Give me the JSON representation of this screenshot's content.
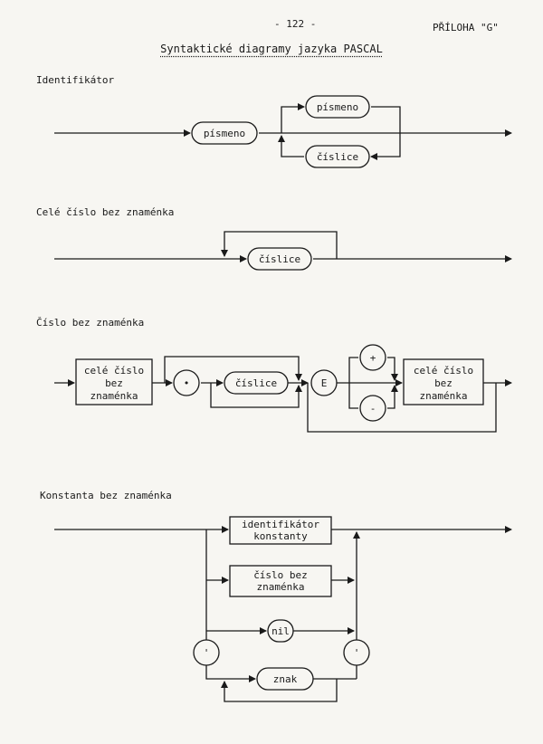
{
  "header": {
    "page_number": "- 122 -",
    "appendix": "PŘÍLOHA \"G\"",
    "title": "Syntaktické diagramy jazyka PASCAL"
  },
  "diagrams": {
    "identifikator": {
      "heading": "Identifikátor",
      "nodes": {
        "pismeno_main": "písmeno",
        "pismeno_loop": "písmeno",
        "cislice": "číslice"
      }
    },
    "cele_cislo": {
      "heading": "Celé číslo bez znaménka",
      "nodes": {
        "cislice": "číslice"
      }
    },
    "cislo": {
      "heading": "Číslo bez znaménka",
      "nodes": {
        "cele1": [
          "celé číslo",
          "bez",
          "znaménka"
        ],
        "dot": "•",
        "cislice": "číslice",
        "e": "E",
        "plus": "+",
        "minus": "-",
        "cele2": [
          "celé číslo",
          "bez",
          "znaménka"
        ]
      }
    },
    "konstanta": {
      "heading": "Konstanta bez znaménka",
      "nodes": {
        "ident": [
          "identifikátor",
          "konstanty"
        ],
        "cislo": [
          "číslo bez",
          "znaménka"
        ],
        "nil": "nil",
        "apos_left": "'",
        "apos_right": "'",
        "znak": "znak"
      }
    }
  }
}
